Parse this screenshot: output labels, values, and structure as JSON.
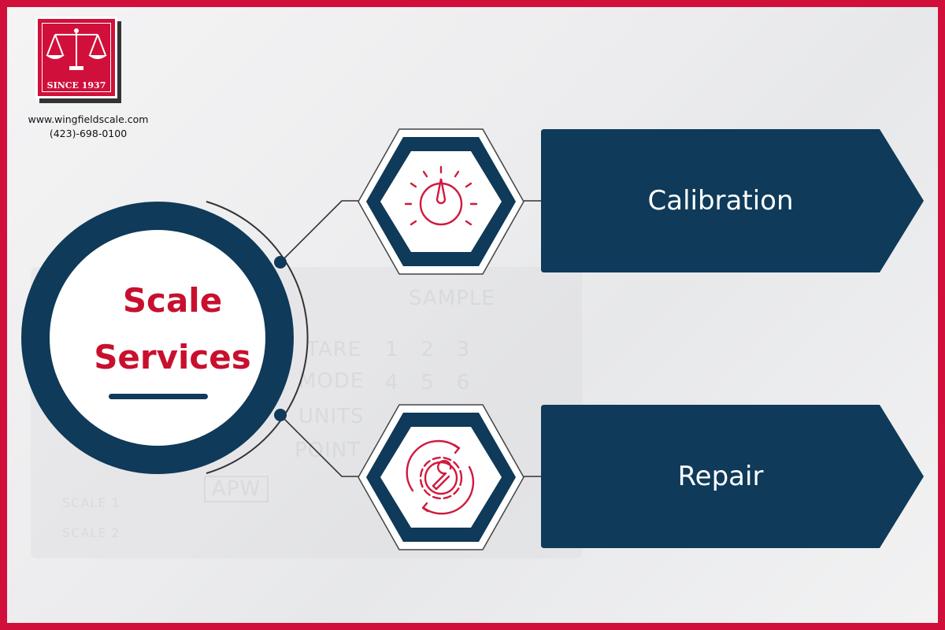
{
  "brand": {
    "logo_text": "SINCE 1937",
    "website": "www.wingfieldscale.com",
    "phone": "(423)-698-0100"
  },
  "hub": {
    "line1": "Scale",
    "line2": "Services"
  },
  "services": [
    {
      "label": "Calibration",
      "icon": "gauge-dial-icon"
    },
    {
      "label": "Repair",
      "icon": "gear-wrench-icon"
    }
  ],
  "colors": {
    "frame": "#d0103a",
    "navy": "#0f3a59",
    "accent_red": "#c8102e",
    "icon_red": "#d1193d"
  }
}
